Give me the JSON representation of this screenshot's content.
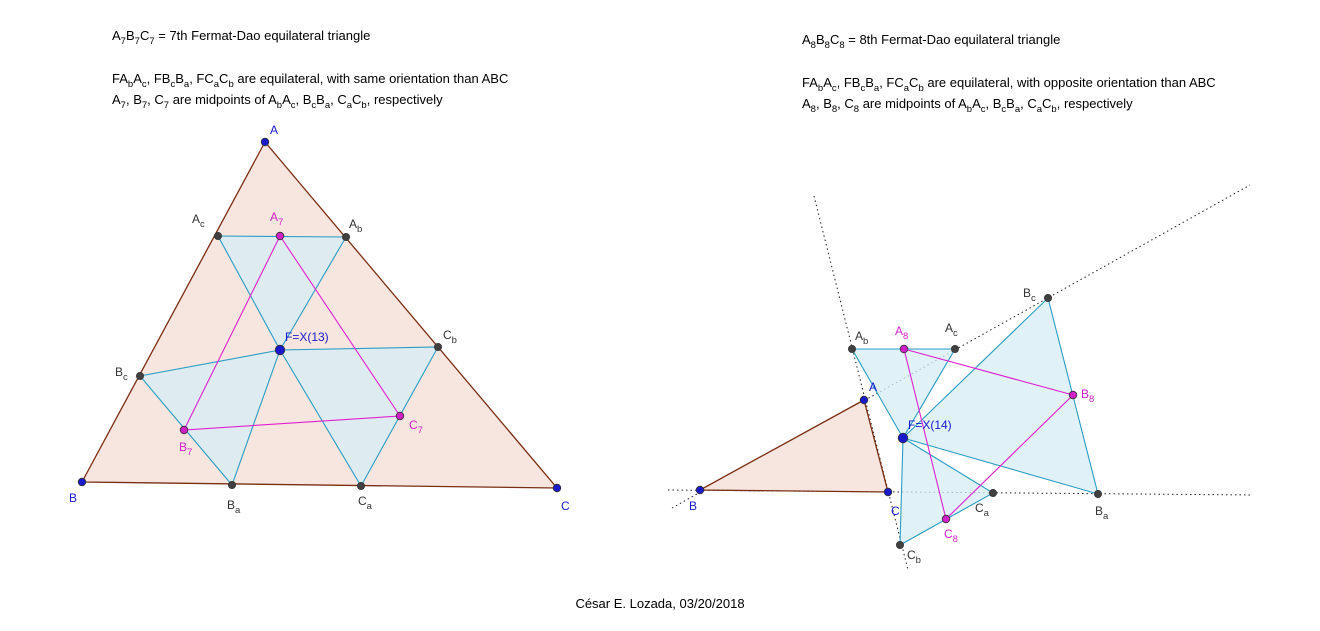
{
  "left_panel": {
    "title": [
      [
        "A",
        "7"
      ],
      [
        "B",
        "7"
      ],
      [
        "C",
        "7"
      ],
      [
        " = 7th Fermat-Dao equilateral triangle",
        ""
      ]
    ],
    "line1": [
      [
        "FA",
        "b"
      ],
      [
        "A",
        "c"
      ],
      [
        ", FB",
        "c"
      ],
      [
        "B",
        "a"
      ],
      [
        ", FC",
        "a"
      ],
      [
        "C",
        "b"
      ],
      [
        " are equilateral, with same orientation than ABC",
        ""
      ]
    ],
    "line2": [
      [
        "A",
        "7"
      ],
      [
        ", B",
        "7"
      ],
      [
        ", C",
        "7"
      ],
      [
        " are midpoints of A",
        "b"
      ],
      [
        "A",
        "c"
      ],
      [
        ", B",
        "c"
      ],
      [
        "B",
        "a"
      ],
      [
        ", C",
        "a"
      ],
      [
        "C",
        "b"
      ],
      [
        ", respectively",
        ""
      ]
    ]
  },
  "right_panel": {
    "title": [
      [
        "A",
        "8"
      ],
      [
        "B",
        "8"
      ],
      [
        "C",
        "8"
      ],
      [
        " = 8th Fermat-Dao equilateral triangle",
        ""
      ]
    ],
    "line1": [
      [
        "FA",
        "b"
      ],
      [
        "A",
        "c"
      ],
      [
        ", FB",
        "c"
      ],
      [
        "B",
        "a"
      ],
      [
        ", FC",
        "a"
      ],
      [
        "C",
        "b"
      ],
      [
        " are equilateral, with opposite orientation than ABC",
        ""
      ]
    ],
    "line2": [
      [
        "A",
        "8"
      ],
      [
        ", B",
        "8"
      ],
      [
        ", C",
        "8"
      ],
      [
        " are midpoints of A",
        "b"
      ],
      [
        "A",
        "c"
      ],
      [
        ", B",
        "c"
      ],
      [
        "B",
        "a"
      ],
      [
        ", C",
        "a"
      ],
      [
        "C",
        "b"
      ],
      [
        ", respectively",
        ""
      ]
    ]
  },
  "left_labels": {
    "A": [
      [
        "A",
        ""
      ]
    ],
    "B": [
      [
        "B",
        ""
      ]
    ],
    "C": [
      [
        "C",
        ""
      ]
    ],
    "Ab": [
      [
        "A",
        "b"
      ]
    ],
    "Ac": [
      [
        "A",
        "c"
      ]
    ],
    "Ba": [
      [
        "B",
        "a"
      ]
    ],
    "Bc": [
      [
        "B",
        "c"
      ]
    ],
    "Ca": [
      [
        "C",
        "a"
      ]
    ],
    "Cb": [
      [
        "C",
        "b"
      ]
    ],
    "F": [
      [
        "F=X(13)",
        ""
      ]
    ],
    "A7": [
      [
        "A",
        "7"
      ]
    ],
    "B7": [
      [
        "B",
        "7"
      ]
    ],
    "C7": [
      [
        "C",
        "7"
      ]
    ]
  },
  "right_labels": {
    "A": [
      [
        "A",
        ""
      ]
    ],
    "B": [
      [
        "B",
        ""
      ]
    ],
    "C": [
      [
        "C",
        ""
      ]
    ],
    "Ab": [
      [
        "A",
        "b"
      ]
    ],
    "Ac": [
      [
        "A",
        "c"
      ]
    ],
    "Ba": [
      [
        "B",
        "a"
      ]
    ],
    "Bc": [
      [
        "B",
        "c"
      ]
    ],
    "Ca": [
      [
        "C",
        "a"
      ]
    ],
    "Cb": [
      [
        "C",
        "b"
      ]
    ],
    "F": [
      [
        "F=X(14)",
        ""
      ]
    ],
    "A8": [
      [
        "A",
        "8"
      ]
    ],
    "B8": [
      [
        "B",
        "8"
      ]
    ],
    "C8": [
      [
        "C",
        "8"
      ]
    ]
  },
  "credit": "César E. Lozada, 03/20/2018",
  "colors": {
    "triangle_fill": "#f6e6df",
    "triangle_stroke": "#7a2e12",
    "equilateral_fill": "#d5ecf5",
    "equilateral_stroke": "#2a9dc4",
    "midpoint_stroke": "#e020d0",
    "vertex_point": "#1a1acd",
    "aux_point": "#404040",
    "midpoint_point": "#d020c8",
    "label_vertex": "#1a1acd",
    "label_aux": "#333333",
    "label_mid": "#d020c8"
  }
}
